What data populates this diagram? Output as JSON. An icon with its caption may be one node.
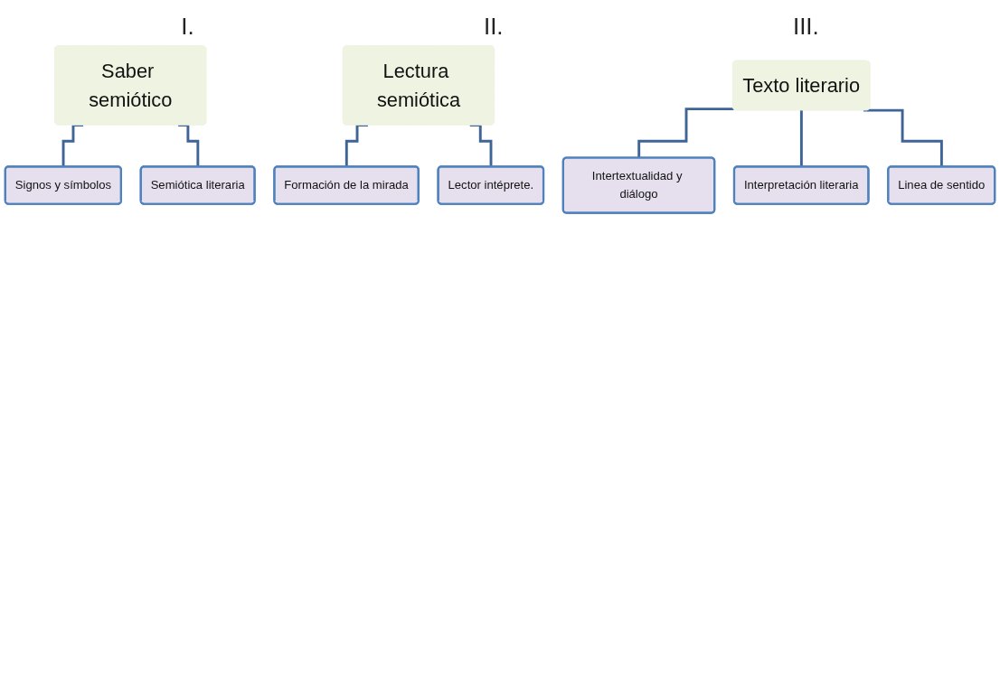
{
  "diagram": {
    "nodes": [
      {
        "text": [
          "Saber semiótico"
        ]
      },
      {
        "text": [
          "Signos y símbolos"
        ]
      },
      {
        "text": [
          "Semiótica literaria"
        ]
      },
      {
        "text": [
          "Lectura semiótica"
        ]
      },
      {
        "text": [
          "Formación de la mirada"
        ]
      },
      {
        "text": [
          "Lector intéprete."
        ]
      },
      {
        "text": [
          "Texto literario"
        ]
      },
      {
        "text": [
          "Intertextualidad y diálogo"
        ]
      },
      {
        "text": [
          "Interpretación literaria"
        ]
      },
      {
        "text": [
          "Linea de sentido"
        ]
      }
    ],
    "edges": [
      {
        "from": 0,
        "to": 1,
        "arrow": "none"
      },
      {
        "from": 0,
        "to": 2,
        "arrow": "none"
      },
      {
        "from": 3,
        "to": 4,
        "arrow": "none"
      },
      {
        "from": 3,
        "to": 5,
        "arrow": "none"
      },
      {
        "from": 6,
        "to": 7,
        "arrow": "none"
      },
      {
        "from": 6,
        "to": 8,
        "arrow": "none"
      },
      {
        "from": 6,
        "to": 9,
        "arrow": "none"
      }
    ],
    "labels": [
      "I.",
      "II.",
      "III."
    ]
  }
}
